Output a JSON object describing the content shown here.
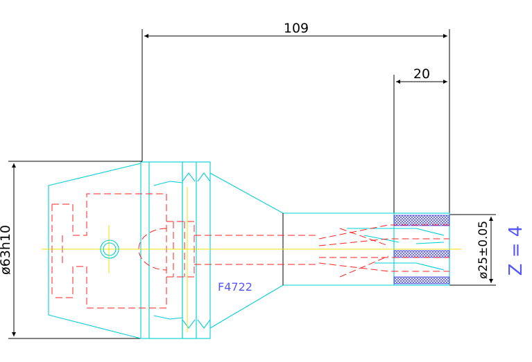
{
  "dimensions": {
    "overall_length": "109",
    "cutter_length": "20",
    "body_diameter": "ø63h10",
    "cutter_diameter": "ø25±0.05"
  },
  "part_number": "F4722",
  "teeth_count": "Z = 4",
  "colors": {
    "outline": "#00cfd6",
    "hidden_lines": "#ff2020",
    "centerline": "#f0e000",
    "dimension": "#000000",
    "label": "#5555ff"
  }
}
